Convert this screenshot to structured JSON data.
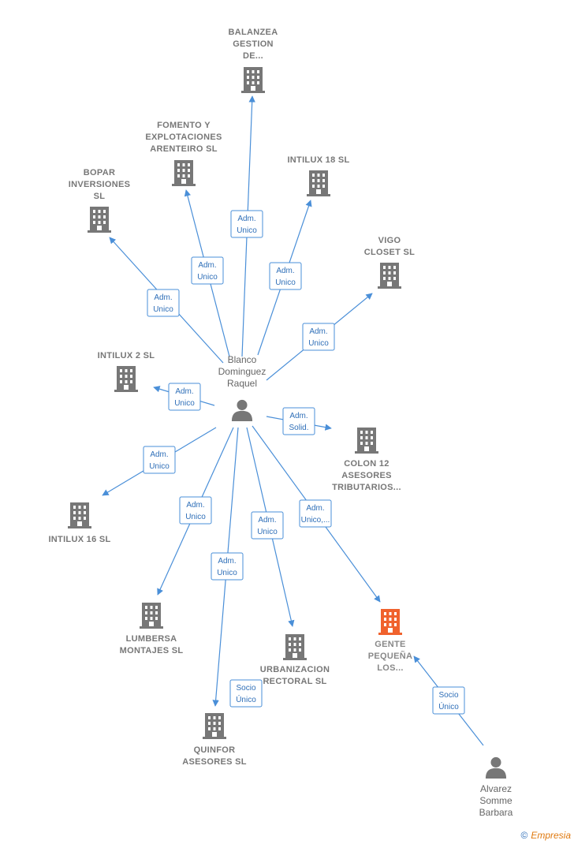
{
  "companies": [
    {
      "id": "balanzea",
      "lines": [
        "BALANZEA",
        "GESTION",
        "DE..."
      ],
      "highlight": false
    },
    {
      "id": "fomento",
      "lines": [
        "FOMENTO Y",
        "EXPLOTACIONES",
        "ARENTEIRO SL"
      ],
      "highlight": false
    },
    {
      "id": "intilux18",
      "lines": [
        "INTILUX 18  SL"
      ],
      "highlight": false
    },
    {
      "id": "bopar",
      "lines": [
        "BOPAR",
        "INVERSIONES",
        "SL"
      ],
      "highlight": false
    },
    {
      "id": "vigo",
      "lines": [
        "VIGO",
        "CLOSET  SL"
      ],
      "highlight": false
    },
    {
      "id": "intilux2",
      "lines": [
        "INTILUX 2  SL"
      ],
      "highlight": false
    },
    {
      "id": "colon12",
      "lines": [
        "COLON 12",
        "ASESORES",
        "TRIBUTARIOS..."
      ],
      "highlight": false
    },
    {
      "id": "intilux16",
      "lines": [
        "INTILUX 16  SL"
      ],
      "highlight": false
    },
    {
      "id": "lumbersa",
      "lines": [
        "LUMBERSA",
        "MONTAJES  SL"
      ],
      "highlight": false
    },
    {
      "id": "urbanizacion",
      "lines": [
        "URBANIZACION",
        "RECTORAL  SL"
      ],
      "highlight": false
    },
    {
      "id": "gente",
      "lines": [
        "GENTE",
        "PEQUEÑA",
        "LOS..."
      ],
      "highlight": true
    },
    {
      "id": "quinfor",
      "lines": [
        "QUINFOR",
        "ASESORES SL"
      ],
      "highlight": false
    }
  ],
  "persons": [
    {
      "id": "blanco",
      "lines": [
        "Blanco",
        "Dominguez",
        "Raquel"
      ]
    },
    {
      "id": "alvarez",
      "lines": [
        "Alvarez",
        "Somme",
        "Barbara"
      ]
    }
  ],
  "edges": [
    {
      "from": "blanco",
      "to": "balanzea",
      "role": [
        "Adm.",
        "Unico"
      ]
    },
    {
      "from": "blanco",
      "to": "fomento",
      "role": [
        "Adm.",
        "Unico"
      ]
    },
    {
      "from": "blanco",
      "to": "intilux18",
      "role": [
        "Adm.",
        "Unico"
      ]
    },
    {
      "from": "blanco",
      "to": "bopar",
      "role": [
        "Adm.",
        "Unico"
      ]
    },
    {
      "from": "blanco",
      "to": "vigo",
      "role": [
        "Adm.",
        "Unico"
      ]
    },
    {
      "from": "blanco",
      "to": "intilux2",
      "role": [
        "Adm.",
        "Unico"
      ]
    },
    {
      "from": "blanco",
      "to": "colon12",
      "role": [
        "Adm.",
        "Solid."
      ]
    },
    {
      "from": "blanco",
      "to": "intilux16",
      "role": [
        "Adm.",
        "Unico"
      ]
    },
    {
      "from": "blanco",
      "to": "lumbersa",
      "role": [
        "Adm.",
        "Unico"
      ]
    },
    {
      "from": "blanco",
      "to": "urbanizacion",
      "role": [
        "Adm.",
        "Unico"
      ]
    },
    {
      "from": "blanco",
      "to": "gente",
      "role": [
        "Adm.",
        "Unico,..."
      ]
    },
    {
      "from": "blanco",
      "to": "quinfor",
      "role": [
        "Adm.",
        "Unico"
      ]
    },
    {
      "from": "blanco",
      "to": "quinfor",
      "role": [
        "Socio",
        "Único"
      ],
      "secondary": true
    },
    {
      "from": "alvarez",
      "to": "gente",
      "role": [
        "Socio",
        "Único"
      ]
    }
  ],
  "colors": {
    "edge": "#4a8fd8",
    "building": "#777777",
    "building_highlight": "#f0622d",
    "person": "#777777"
  },
  "footer": {
    "copyright": "©",
    "brand": "Empresia"
  }
}
